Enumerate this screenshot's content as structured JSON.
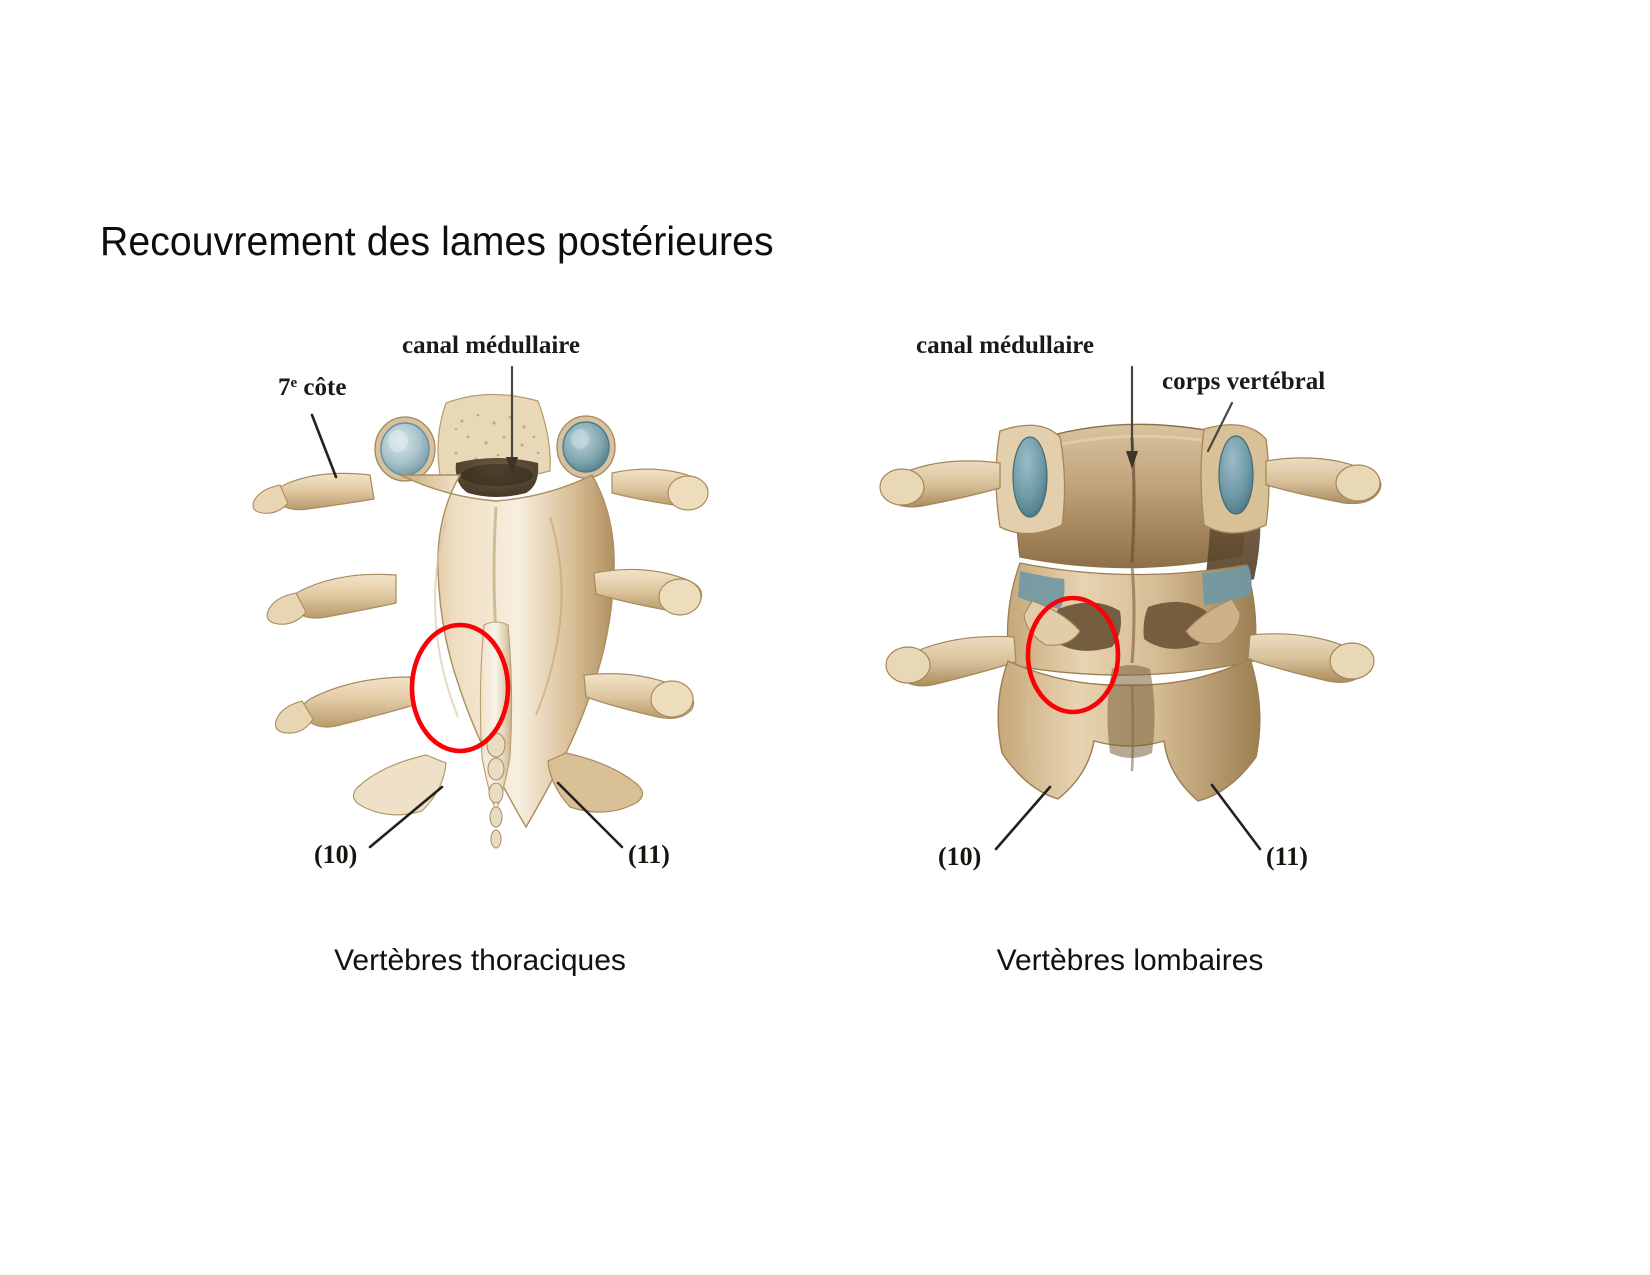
{
  "slide": {
    "title": "Recouvrement des lames postérieures",
    "background_color": "#ffffff",
    "title_color": "#0d0d0d"
  },
  "figures": [
    {
      "id": "thoracic",
      "caption": "Vertèbres thoraciques",
      "labels": {
        "rib": "7",
        "rib_sup": "e",
        "rib_rest": " côte",
        "canal": "canal médullaire",
        "num_left": "(10)",
        "num_right": "(11)"
      },
      "annotation": {
        "shape": "ellipse",
        "color": "#fb0006"
      }
    },
    {
      "id": "lumbar",
      "caption": "Vertèbres lombaires",
      "labels": {
        "canal": "canal médullaire",
        "body": "corps vertébral",
        "num_left": "(10)",
        "num_right": "(11)"
      },
      "annotation": {
        "shape": "ellipse",
        "color": "#fb0006"
      }
    }
  ],
  "palette": {
    "bone_light": "#f3e7d2",
    "bone_mid": "#dcc39b",
    "bone_dark": "#b99a6c",
    "bone_shadow": "#8d7047",
    "cartilage_blue": "#9fbcc6",
    "cartilage_blue_dark": "#5d8c99",
    "canal_dark": "#5b4a35",
    "annotation_red": "#fb0006",
    "label_ink": "#1c1a17"
  }
}
